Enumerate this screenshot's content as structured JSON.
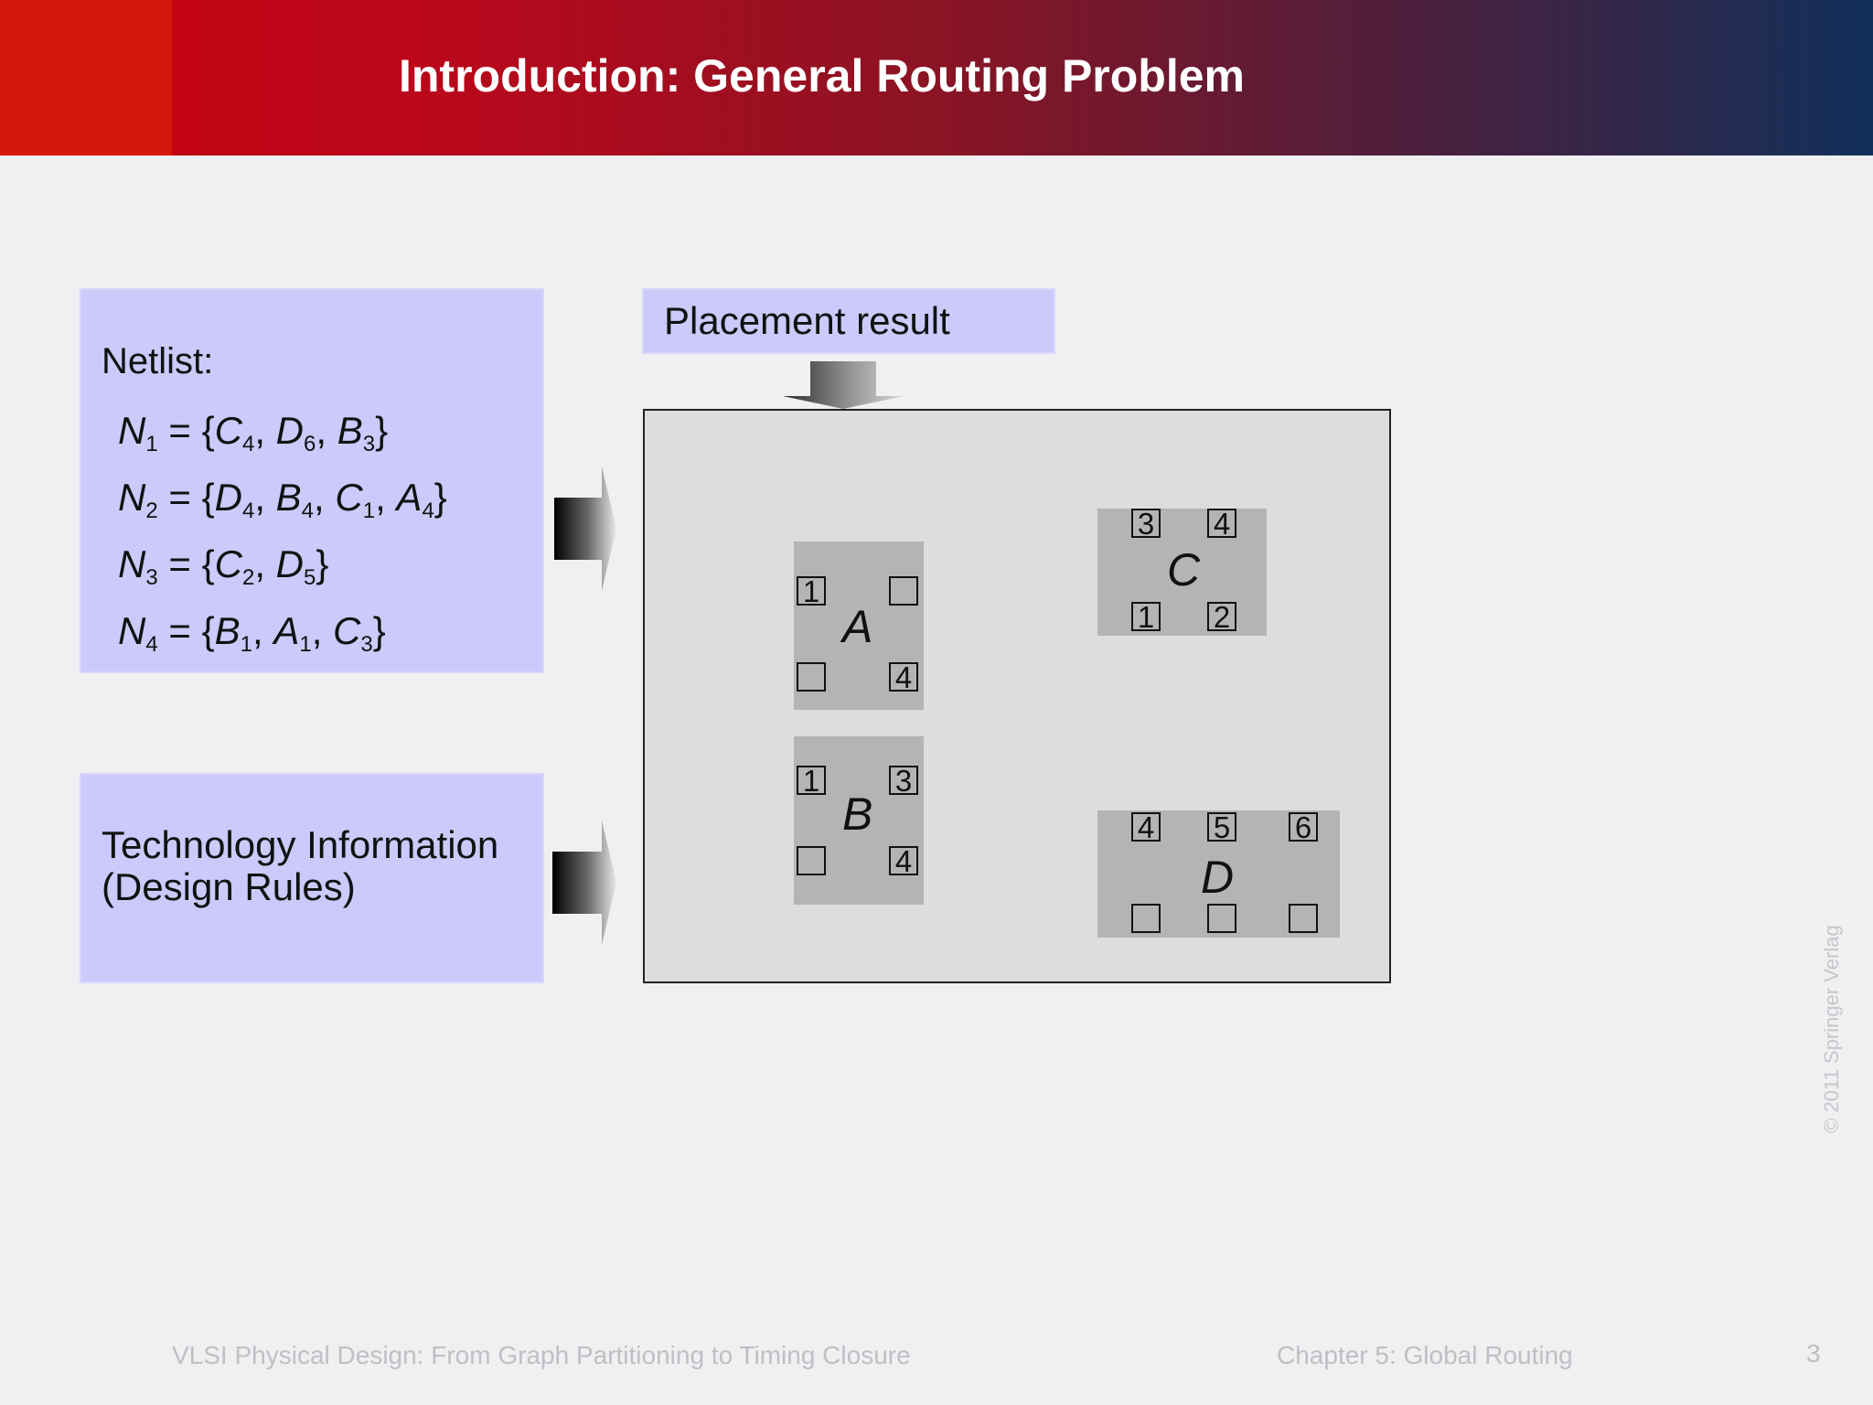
{
  "slide": {
    "title": "Introduction: General Routing Problem",
    "colors": {
      "header_left": "#d4170c",
      "header_right": "#11305a",
      "panel": "#cbcafb",
      "cell": "#b4b4b6"
    }
  },
  "netlist": {
    "label": "Netlist:",
    "nets": [
      {
        "name": "N",
        "sub": "1",
        "pins": [
          [
            "C",
            "4"
          ],
          [
            "D",
            "6"
          ],
          [
            "B",
            "3"
          ]
        ]
      },
      {
        "name": "N",
        "sub": "2",
        "pins": [
          [
            "D",
            "4"
          ],
          [
            "B",
            "4"
          ],
          [
            "C",
            "1"
          ],
          [
            "A",
            "4"
          ]
        ]
      },
      {
        "name": "N",
        "sub": "3",
        "pins": [
          [
            "C",
            "2"
          ],
          [
            "D",
            "5"
          ]
        ]
      },
      {
        "name": "N",
        "sub": "4",
        "pins": [
          [
            "B",
            "1"
          ],
          [
            "A",
            "1"
          ],
          [
            "C",
            "3"
          ]
        ]
      }
    ]
  },
  "technology": {
    "text": "Technology Information\n(Design Rules)"
  },
  "placement": {
    "label": "Placement result",
    "cells": {
      "A": {
        "name": "A",
        "pins": [
          "1",
          "",
          "",
          "4"
        ]
      },
      "B": {
        "name": "B",
        "pins": [
          "1",
          "3",
          "",
          "4"
        ]
      },
      "C": {
        "name": "C",
        "pins": [
          "3",
          "4",
          "1",
          "2"
        ]
      },
      "D": {
        "name": "D",
        "pins": [
          "4",
          "5",
          "6",
          "",
          "",
          ""
        ]
      }
    }
  },
  "footer": {
    "book": "VLSI Physical Design: From Graph Partitioning to Timing Closure",
    "chapter": "Chapter 5: Global Routing",
    "page": "3",
    "copyright": "© 2011 Springer Verlag"
  }
}
